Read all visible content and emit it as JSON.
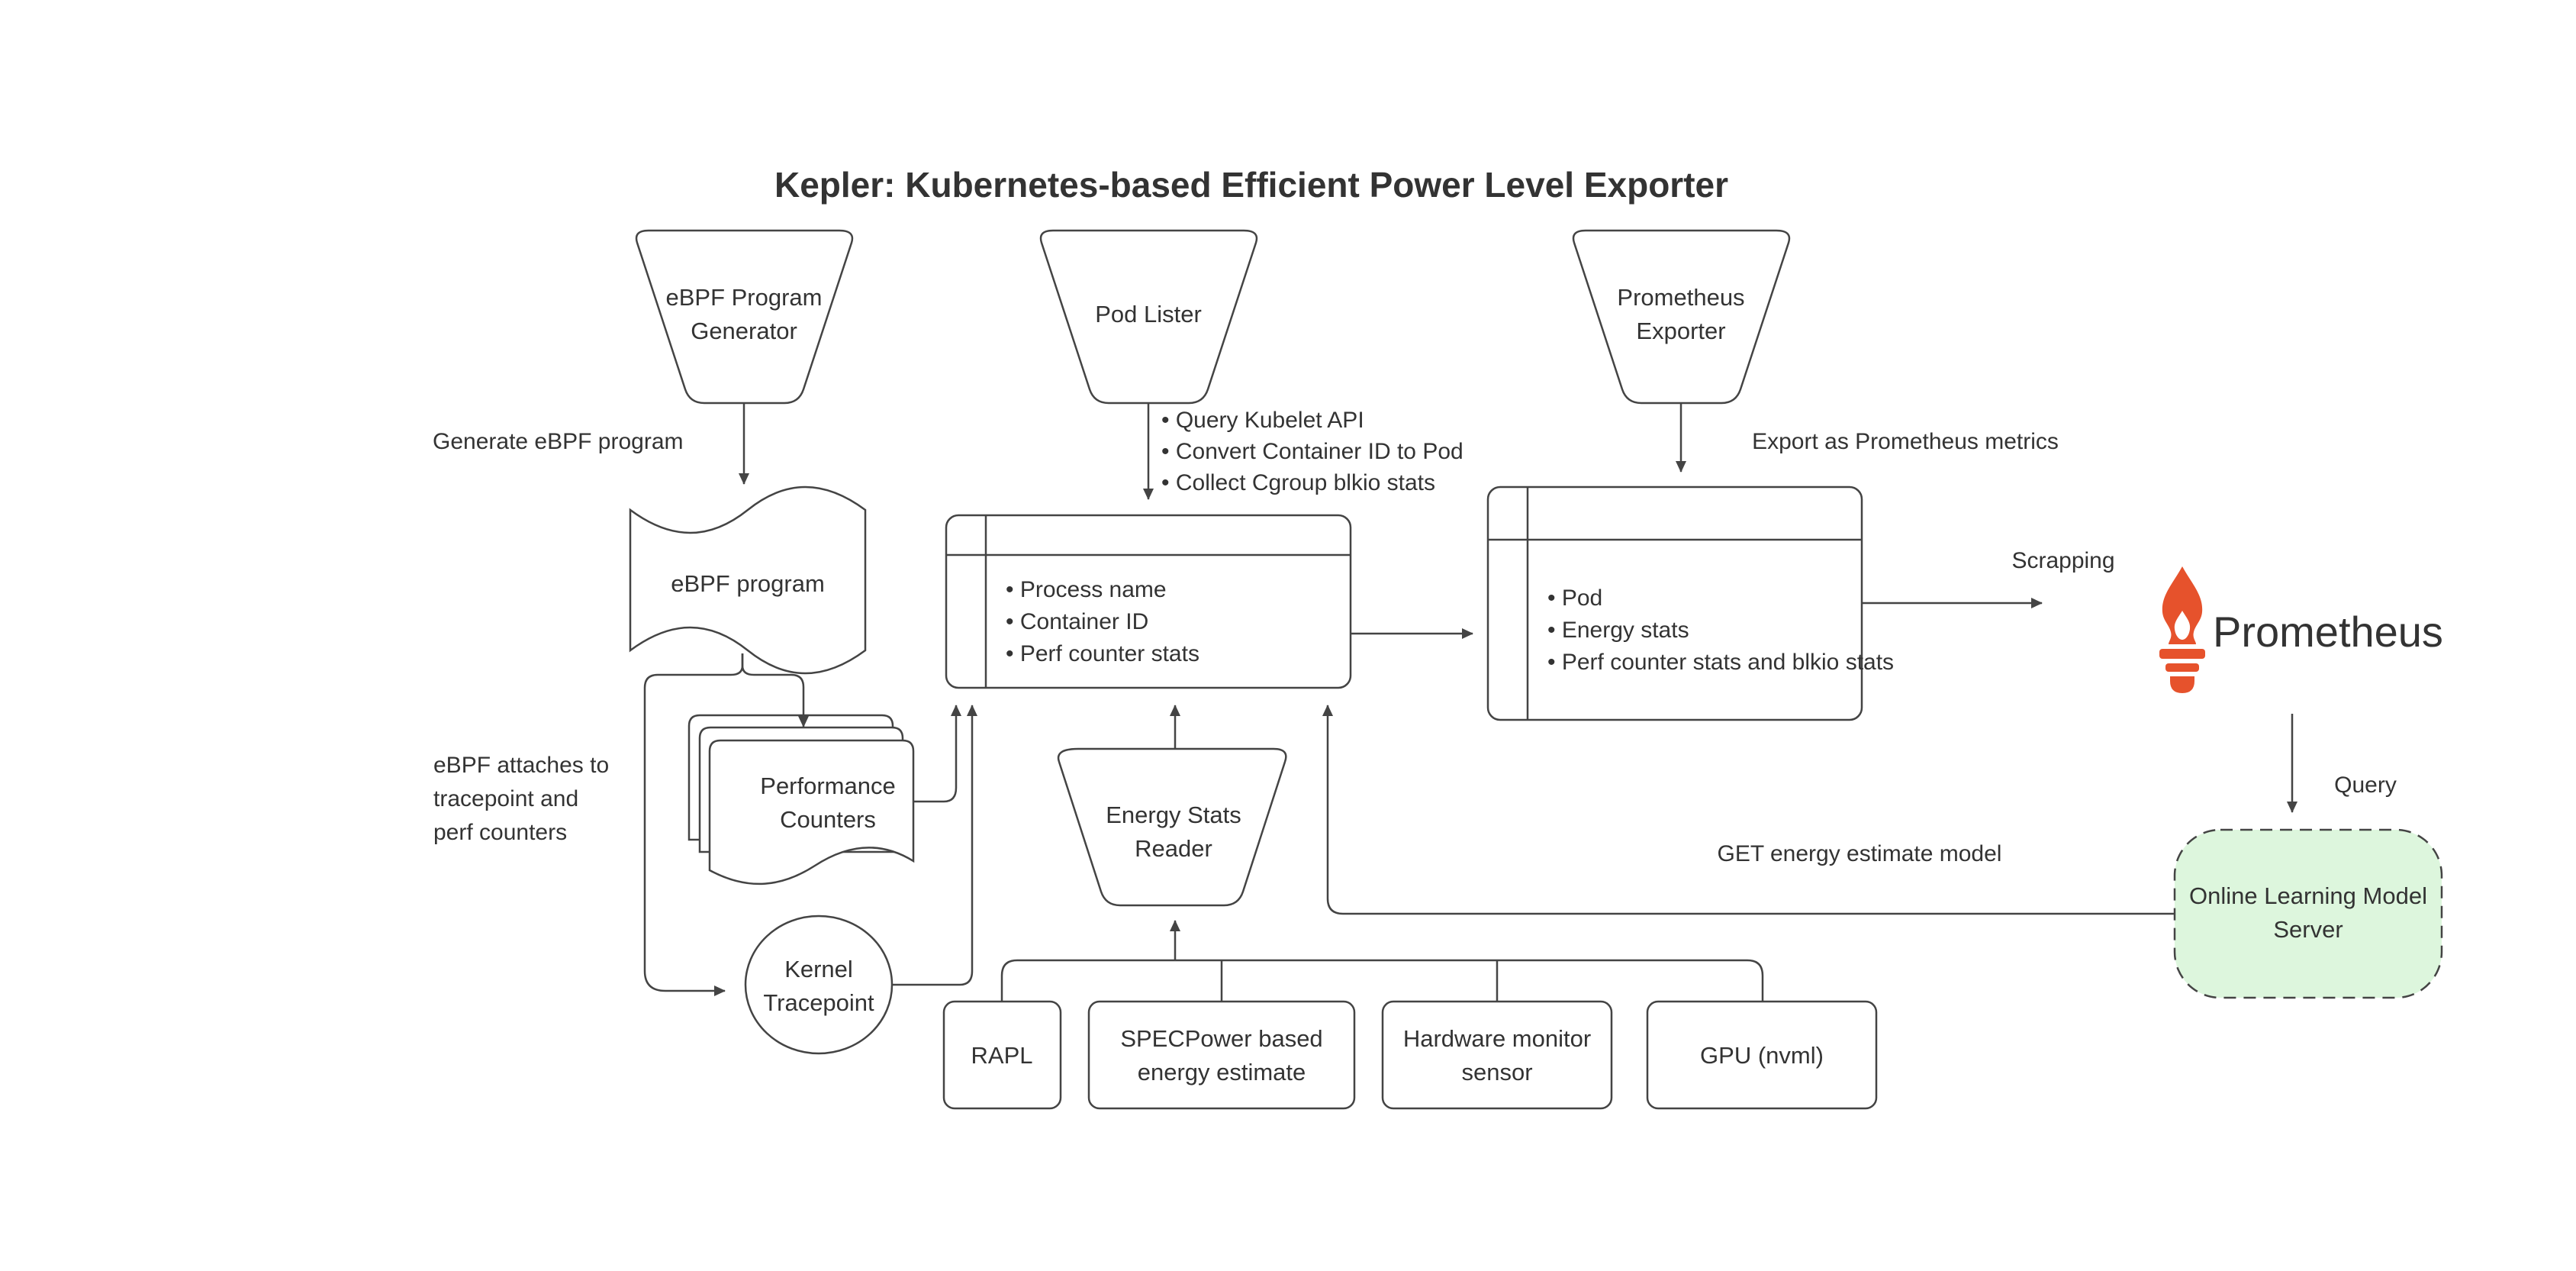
{
  "diagram": {
    "title": "Kepler: Kubernetes-based Efficient Power Level Exporter",
    "nodes": {
      "ebpf_generator": {
        "line1": "eBPF Program",
        "line2": "Generator"
      },
      "pod_lister": {
        "label": "Pod Lister"
      },
      "prometheus_exporter": {
        "line1": "Prometheus",
        "line2": "Exporter"
      },
      "ebpf_program": {
        "label": "eBPF program"
      },
      "performance_counters": {
        "line1": "Performance",
        "line2": "Counters"
      },
      "kernel_tracepoint": {
        "line1": "Kernel",
        "line2": "Tracepoint"
      },
      "process_table": {
        "items": [
          "• Process name",
          "• Container ID",
          "• Perf counter stats"
        ]
      },
      "pod_table": {
        "items": [
          "• Pod",
          "• Energy stats",
          "• Perf counter stats and blkio stats"
        ]
      },
      "energy_stats_reader": {
        "line1": "Energy Stats",
        "line2": "Reader"
      },
      "online_model_server": {
        "line1": "Online Learning Model",
        "line2": "Server"
      },
      "rapl": {
        "label": "RAPL"
      },
      "specpower": {
        "line1": "SPECPower based",
        "line2": "energy estimate"
      },
      "hardware_sensor": {
        "line1": "Hardware monitor",
        "line2": "sensor"
      },
      "gpu": {
        "label": "GPU (nvml)"
      }
    },
    "labels": {
      "generate_ebpf": "Generate eBPF program",
      "pod_lister_bullets": [
        "• Query Kubelet API",
        "• Convert Container ID to Pod",
        "• Collect Cgroup blkio stats"
      ],
      "export_metrics": "Export as Prometheus metrics",
      "scrapping": "Scrapping",
      "ebpf_attaches": [
        "eBPF attaches to",
        "tracepoint and",
        "perf counters"
      ],
      "get_model": "GET energy estimate model",
      "query": "Query"
    },
    "prometheus": {
      "brand": "Prometheus"
    },
    "colors": {
      "stroke": "#444444",
      "text": "#333333",
      "accent": "#e6522c",
      "server_fill": "#ddf6dd",
      "background": "#ffffff"
    }
  }
}
